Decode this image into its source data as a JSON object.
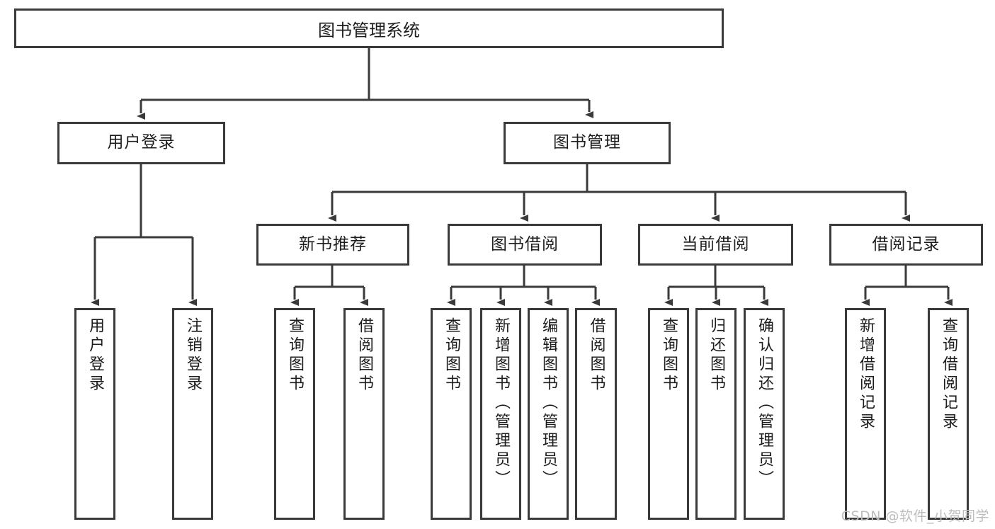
{
  "diagram": {
    "title": "图书管理系统",
    "watermark": "CSDN @软件_小贺同学",
    "colors": {
      "stroke": "#3a3a3a",
      "fill": "#ffffff",
      "text": "#1d1d1d",
      "watermark": "#bdbdbd"
    },
    "levels": {
      "root": {
        "label": "图书管理系统"
      },
      "level2": [
        {
          "label": "用户登录"
        },
        {
          "label": "图书管理"
        }
      ],
      "level3": [
        {
          "label": "新书推荐"
        },
        {
          "label": "图书借阅"
        },
        {
          "label": "当前借阅"
        },
        {
          "label": "借阅记录"
        }
      ],
      "leaves": [
        {
          "label": "用户登录",
          "parent": "用户登录"
        },
        {
          "label": "注销登录",
          "parent": "用户登录"
        },
        {
          "label": "查询图书",
          "parent": "新书推荐"
        },
        {
          "label": "借阅图书",
          "parent": "新书推荐"
        },
        {
          "label": "查询图书",
          "parent": "图书借阅"
        },
        {
          "label": "新增图书（管理员）",
          "parent": "图书借阅"
        },
        {
          "label": "编辑图书（管理员）",
          "parent": "图书借阅"
        },
        {
          "label": "借阅图书",
          "parent": "图书借阅"
        },
        {
          "label": "查询图书",
          "parent": "当前借阅"
        },
        {
          "label": "归还图书",
          "parent": "当前借阅"
        },
        {
          "label": "确认归还（管理员）",
          "parent": "当前借阅"
        },
        {
          "label": "新增借阅记录",
          "parent": "借阅记录"
        },
        {
          "label": "查询借阅记录",
          "parent": "借阅记录"
        }
      ]
    }
  }
}
